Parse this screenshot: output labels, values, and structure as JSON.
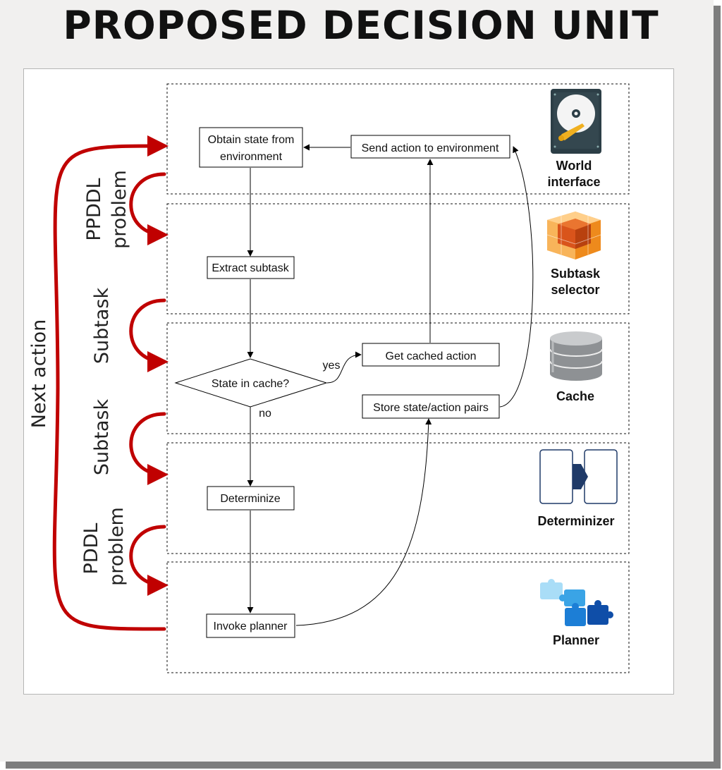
{
  "title": "PROPOSED DECISION UNIT",
  "nodes": {
    "obtain_line1": "Obtain state from",
    "obtain_line2": "environment",
    "send": "Send action to environment",
    "extract": "Extract subtask",
    "get_cached": "Get cached action",
    "state_in_cache": "State in cache?",
    "store": "Store state/action pairs",
    "determinize": "Determinize",
    "invoke": "Invoke planner"
  },
  "edge_labels": {
    "yes": "yes",
    "no": "no"
  },
  "components": [
    {
      "line1": "World",
      "line2": "interface",
      "icon": "hard-drive-icon"
    },
    {
      "line1": "Subtask",
      "line2": "selector",
      "icon": "cube-icon"
    },
    {
      "line1": "Cache",
      "line2": "",
      "icon": "database-icon"
    },
    {
      "line1": "Determinizer",
      "line2": "",
      "icon": "transform-icon"
    },
    {
      "line1": "Planner",
      "line2": "",
      "icon": "puzzle-icon"
    }
  ],
  "side_labels": {
    "next_action": "Next action",
    "ppddl_1": "PPDDL",
    "ppddl_2": "problem",
    "subtask_a": "Subtask",
    "subtask_b": "Subtask",
    "pddl_1": "PDDL",
    "pddl_2": "problem"
  },
  "colors": {
    "arrow_red": "#c00000",
    "page_bg": "#f1f0ef",
    "shadow": "#7d7d7d"
  }
}
